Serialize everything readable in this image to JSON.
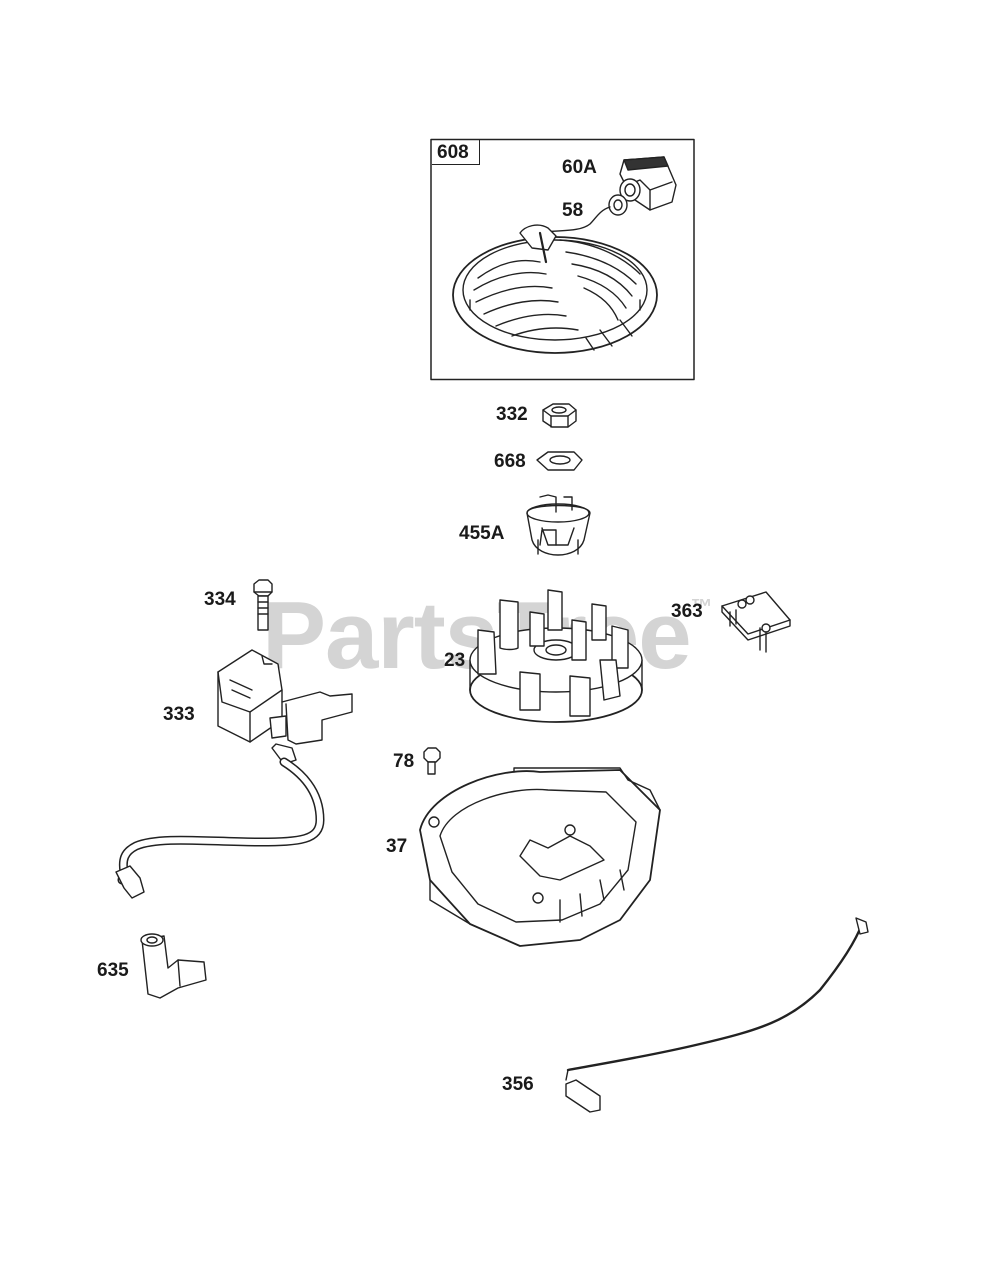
{
  "watermark": {
    "text": "PartsTree",
    "tm": "™"
  },
  "kit_box_label": "608",
  "parts": [
    {
      "id": "60A"
    },
    {
      "id": "58"
    },
    {
      "id": "332"
    },
    {
      "id": "668"
    },
    {
      "id": "455A"
    },
    {
      "id": "334"
    },
    {
      "id": "363"
    },
    {
      "id": "23"
    },
    {
      "id": "333"
    },
    {
      "id": "78"
    },
    {
      "id": "37"
    },
    {
      "id": "635"
    },
    {
      "id": "356"
    }
  ]
}
